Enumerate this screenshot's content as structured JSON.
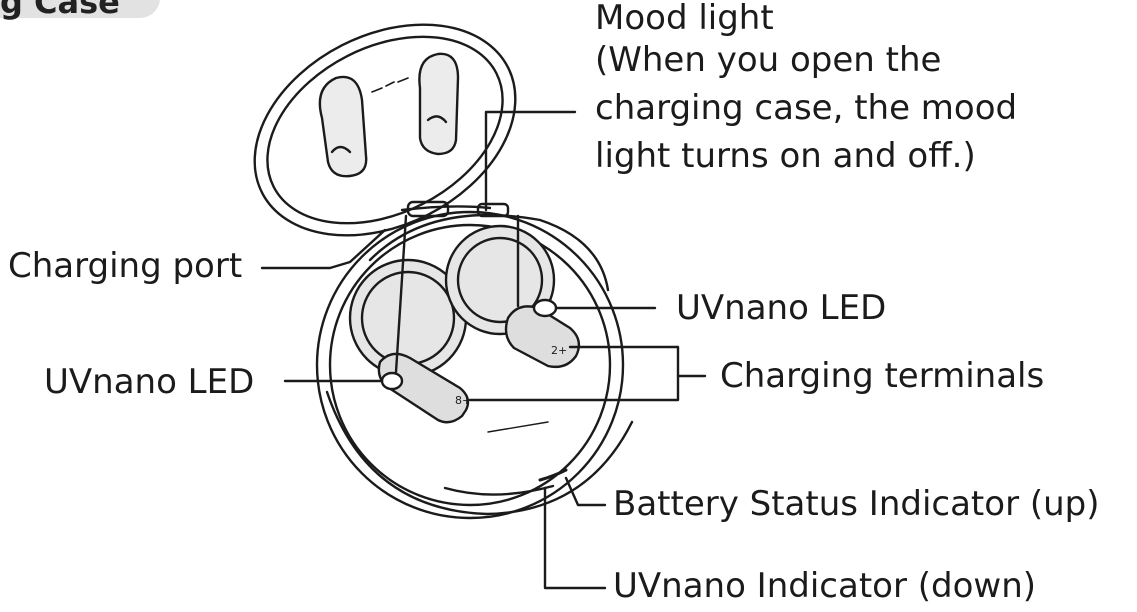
{
  "section_tab": "g Case",
  "callouts": {
    "mood_light": {
      "title": "Mood light",
      "desc_1": "(When you open the",
      "desc_2": "charging case, the mood",
      "desc_3": "light turns on and off.)"
    },
    "charging_port": "Charging port",
    "uvnano_led_right": "UVnano LED",
    "uvnano_led_left": "UVnano LED",
    "charging_terminals": "Charging terminals",
    "battery_status_indicator": "Battery Status Indicator (up)",
    "uvnano_indicator": "UVnano Indicator (down)"
  },
  "terminal_marks": {
    "right": "2+",
    "left": "8+"
  },
  "colors": {
    "line": "#1b1b1b",
    "shading": "#dedede",
    "tab": "#e2e2e2"
  }
}
